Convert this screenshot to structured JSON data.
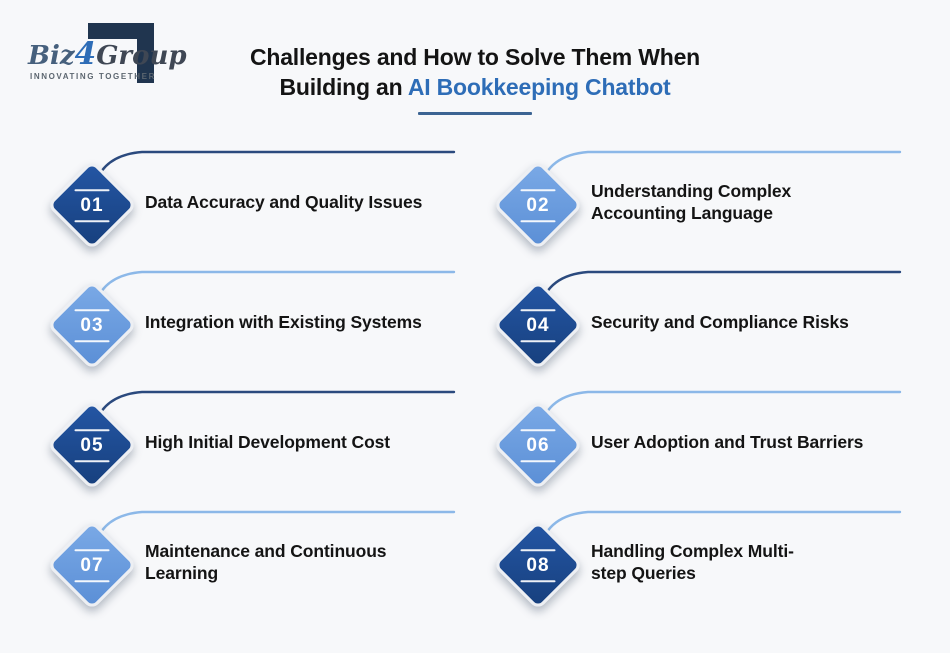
{
  "page": {
    "bg": "#f7f8fa"
  },
  "logo": {
    "word_biz": "Biz",
    "word_four": "4",
    "word_group": "Group",
    "tagline": "INNOVATING TOGETHER"
  },
  "title": {
    "line1": "Challenges and How to Solve Them When",
    "line2_prefix": "Building an ",
    "line2_accent": "AI Bookkeeping Chatbot"
  },
  "colors": {
    "accent": "#2e6db7",
    "underline": "#3c6493",
    "text": "#141414",
    "diamond_dark_1": "#2456a4",
    "diamond_dark_2": "#17407e",
    "diamond_light_1": "#7aa9e6",
    "diamond_light_2": "#5b8fd6",
    "line_dark": "#2b4a7e",
    "line_light": "#8cb8e8",
    "logo_navy": "#20354f",
    "logo_biz": "#46607d",
    "logo_group": "#3f4754",
    "logo_tagline": "#5c6670"
  },
  "items": [
    {
      "number": "01",
      "tone": "dark",
      "line_tone": "dark",
      "lines": [
        "Data Accuracy and Quality Issues"
      ]
    },
    {
      "number": "02",
      "tone": "light",
      "line_tone": "light",
      "lines": [
        "Understanding Complex",
        "Accounting Language"
      ]
    },
    {
      "number": "03",
      "tone": "light",
      "line_tone": "light",
      "lines": [
        "Integration with Existing Systems"
      ]
    },
    {
      "number": "04",
      "tone": "dark",
      "line_tone": "dark",
      "lines": [
        "Security and Compliance Risks"
      ]
    },
    {
      "number": "05",
      "tone": "dark",
      "line_tone": "dark",
      "lines": [
        "High Initial Development Cost"
      ]
    },
    {
      "number": "06",
      "tone": "light",
      "line_tone": "light",
      "lines": [
        "User Adoption and Trust Barriers"
      ]
    },
    {
      "number": "07",
      "tone": "light",
      "line_tone": "light",
      "lines": [
        "Maintenance and Continuous",
        "Learning"
      ]
    },
    {
      "number": "08",
      "tone": "dark",
      "line_tone": "light",
      "lines": [
        "Handling Complex Multi-",
        "step Queries"
      ]
    }
  ]
}
